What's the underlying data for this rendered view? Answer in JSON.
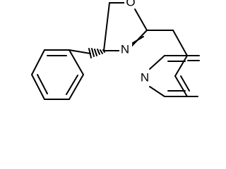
{
  "molecule": {
    "atoms": {
      "ring_oxygen": "O",
      "ring_nitrogen": "N",
      "pyridine_nitrogen": "N"
    }
  }
}
